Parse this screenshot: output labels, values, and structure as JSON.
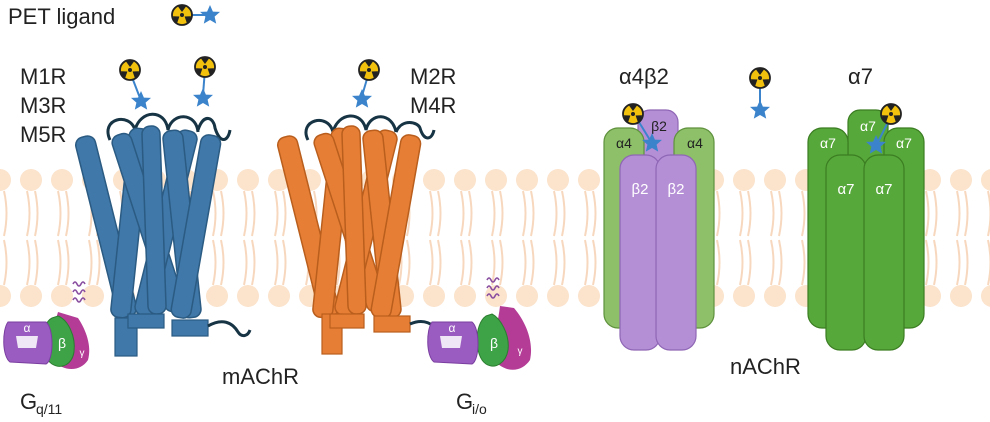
{
  "legend": {
    "label": "PET ligand"
  },
  "muscarinic": {
    "group_a": [
      "M1R",
      "M3R",
      "M5R"
    ],
    "group_b": [
      "M2R",
      "M4R"
    ],
    "class_label": "mAChR"
  },
  "gproteins": {
    "gq": {
      "main": "G",
      "sub": "q/11"
    },
    "gi": {
      "main": "G",
      "sub": "i/o"
    },
    "subunits": {
      "alpha": "α",
      "beta": "β",
      "gamma": "γ"
    }
  },
  "nicotinic": {
    "heteromer_title": "α4β2",
    "homomer_title": "α7",
    "class_label": "nAChR",
    "heteromer_subunits": {
      "left": "α4",
      "back": "β2",
      "right": "α4",
      "front_left": "β2",
      "front_right": "β2"
    },
    "homomer_subunits": {
      "left": "α7",
      "back": "α7",
      "right": "α7",
      "front_left": "α7",
      "front_right": "α7"
    }
  },
  "colors": {
    "membrane": "#fbe3cc",
    "membrane_tail": "#f7d8bf",
    "m_odd": "#3f78a9",
    "m_even": "#e67f35",
    "a4b2_alpha": "#8dc068",
    "a4b2_beta": "#b58fd6",
    "a7": "#57a83a",
    "galpha": "#9a5cc0",
    "gbeta": "#3ea346",
    "ggamma": "#b43c96",
    "ligand_star": "#3b84cc",
    "radiation": "#f2c10e"
  },
  "icons": [
    "radiation-icon",
    "star-icon"
  ]
}
